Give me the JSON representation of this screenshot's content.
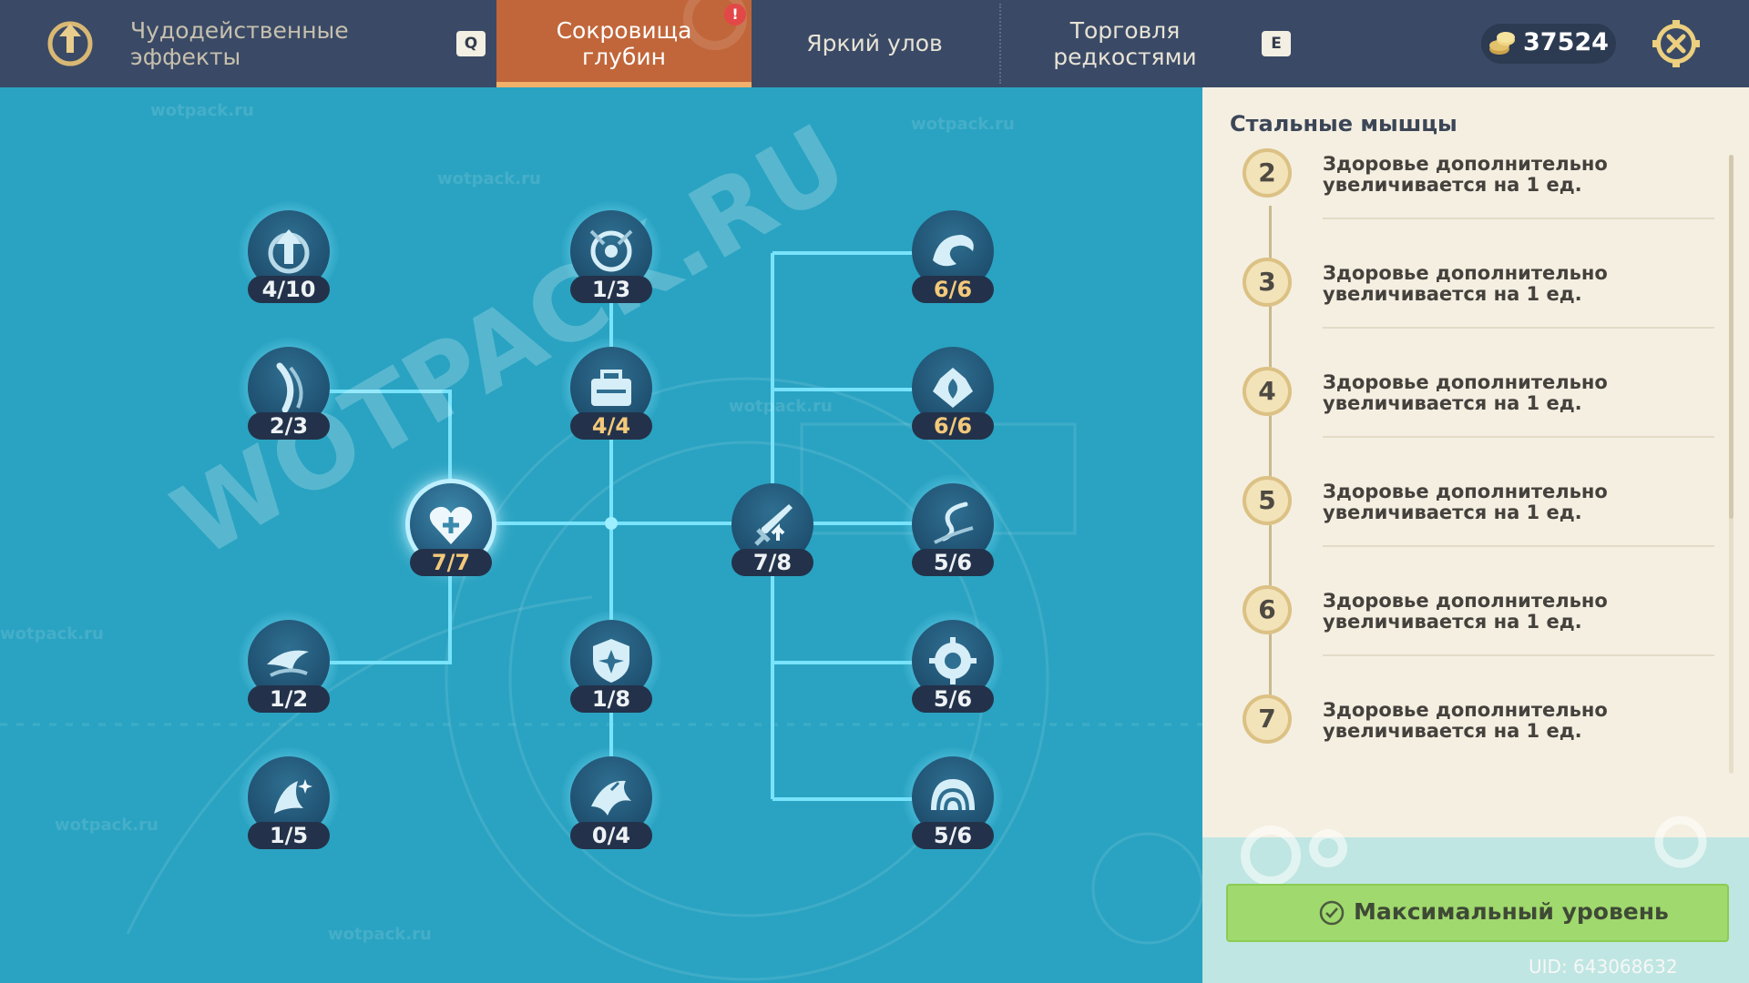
{
  "topbar": {
    "tabs": [
      {
        "label": "Чудодейственные\nэффекты",
        "key": "Q"
      },
      {
        "label": "Сокровища\nглубин",
        "active": true,
        "alert": "!"
      },
      {
        "label": "Яркий улов"
      },
      {
        "label": "Торговля\nредкостями",
        "key": "E"
      }
    ],
    "currency": "37524"
  },
  "tree": {
    "watermark_big": "WOTPACK.RU",
    "watermark_small": "wotpack.ru",
    "nodes": [
      {
        "id": "n1",
        "label": "4/10",
        "icon": "upgrade-arrow-icon"
      },
      {
        "id": "n2",
        "label": "2/3",
        "icon": "fishing-rod-icon"
      },
      {
        "id": "n3",
        "label": "7/7",
        "icon": "heart-plus-icon",
        "selected": true
      },
      {
        "id": "n4",
        "label": "1/2",
        "icon": "bird-swoop-icon"
      },
      {
        "id": "n5",
        "label": "1/5",
        "icon": "sparkle-fish-icon"
      },
      {
        "id": "n6",
        "label": "1/3",
        "icon": "target-reel-icon"
      },
      {
        "id": "n7",
        "label": "4/4",
        "icon": "tackle-box-icon"
      },
      {
        "id": "n8",
        "label": "1/8",
        "icon": "shield-icon"
      },
      {
        "id": "n9",
        "label": "0/4",
        "icon": "shark-icon"
      },
      {
        "id": "n10",
        "label": "7/8",
        "icon": "sword-up-icon"
      },
      {
        "id": "n11",
        "label": "6/6",
        "icon": "wave-icon"
      },
      {
        "id": "n12",
        "label": "6/6",
        "icon": "lotus-icon"
      },
      {
        "id": "n13",
        "label": "5/6",
        "icon": "hook-icon"
      },
      {
        "id": "n14",
        "label": "5/6",
        "icon": "gear-crown-icon"
      },
      {
        "id": "n15",
        "label": "5/6",
        "icon": "shell-icon"
      }
    ]
  },
  "panel": {
    "title": "Стальные мышцы",
    "levels": [
      {
        "n": "2",
        "text": "Здоровье дополнительно увеличивается на 1 ед."
      },
      {
        "n": "3",
        "text": "Здоровье дополнительно увеличивается на 1 ед."
      },
      {
        "n": "4",
        "text": "Здоровье дополнительно увеличивается на 1 ед."
      },
      {
        "n": "5",
        "text": "Здоровье дополнительно увеличивается на 1 ед."
      },
      {
        "n": "6",
        "text": "Здоровье дополнительно увеличивается на 1 ед."
      },
      {
        "n": "7",
        "text": "Здоровье дополнительно увеличивается на 1 ед."
      }
    ],
    "max_button": "Максимальный уровень",
    "uid": "UID: 643068632"
  },
  "colors": {
    "topbar": "#3a4a66",
    "active_tab": "#c1663a",
    "tree_bg": "#2aa3c2",
    "panel_bg": "#f4efe1",
    "max_button": "#a0d96d"
  }
}
